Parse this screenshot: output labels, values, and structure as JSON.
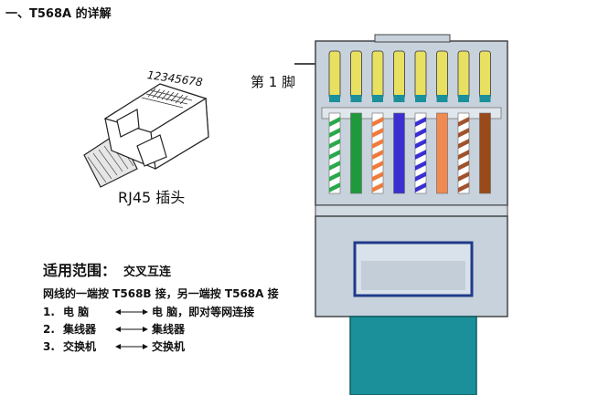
{
  "heading": "一、T568A 的详解",
  "pin_numbers": "12345678",
  "rj45_caption": "RJ45 插头",
  "pin1_label": "第 1 脚",
  "scope": {
    "label": "适用范围：",
    "value": "交叉互连"
  },
  "wiring_note": "网线的一端按 T568B 接，另一端按 T568A 接",
  "uses": [
    {
      "num": "1.",
      "a": "电  脑",
      "b": "电  脑，即对等网连接"
    },
    {
      "num": "2.",
      "a": "集线器",
      "b": "集线器"
    },
    {
      "num": "3.",
      "a": "交换机",
      "b": "交换机"
    }
  ],
  "wires": [
    {
      "pin": 1,
      "color": "white-green",
      "stripe": "#2aa84a"
    },
    {
      "pin": 2,
      "color": "green",
      "solid": "#1e9a3c"
    },
    {
      "pin": 3,
      "color": "white-orange",
      "stripe": "#f07a3a"
    },
    {
      "pin": 4,
      "color": "blue",
      "solid": "#3a2fd0"
    },
    {
      "pin": 5,
      "color": "white-blue",
      "stripe": "#3a2fd0"
    },
    {
      "pin": 6,
      "color": "orange",
      "solid": "#f08a50"
    },
    {
      "pin": 7,
      "color": "white-brown",
      "stripe": "#a0522d"
    },
    {
      "pin": 8,
      "color": "brown",
      "solid": "#9a4a1a"
    }
  ],
  "colors": {
    "connector_body": "#c8d2dc",
    "contact_gold": "#e8e060",
    "cable_teal": "#1b8f9a",
    "latch_outline": "#1f3b8a"
  }
}
